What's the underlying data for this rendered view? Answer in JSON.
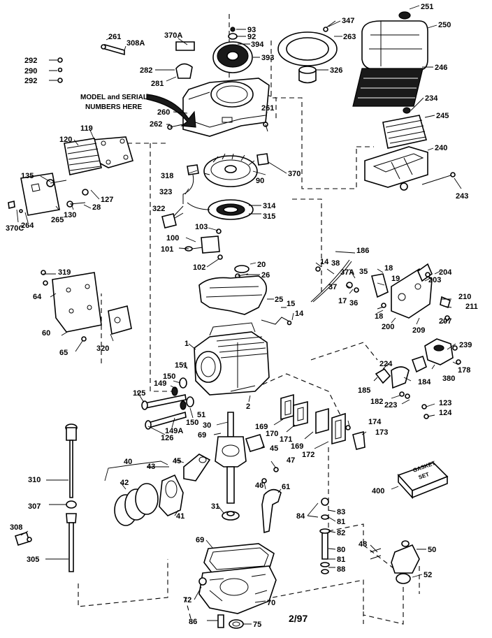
{
  "callouts": {
    "c251": "251",
    "c347": "347",
    "c93": "93",
    "c92": "92",
    "c394": "394",
    "c393": "393",
    "c263": "263",
    "c250": "250",
    "c326": "326",
    "c246": "246",
    "c234": "234",
    "c245": "245",
    "c240": "240",
    "c243": "243",
    "c261a": "261",
    "c308A": "308A",
    "c370A": "370A",
    "c292a": "292",
    "c290": "290",
    "c292b": "292",
    "c282": "282",
    "c281": "281",
    "c260": "260",
    "c262": "262",
    "c261b": "261",
    "c119": "119",
    "c120": "120",
    "c135": "135",
    "c127": "127",
    "c28": "28",
    "c130": "130",
    "c265": "265",
    "c264": "264",
    "c370C": "370C",
    "c318": "318",
    "c90": "90",
    "c370": "370",
    "c323": "323",
    "c314": "314",
    "c322": "322",
    "c315": "315",
    "c103": "103",
    "c100": "100",
    "c101": "101",
    "c102": "102",
    "c20": "20",
    "c26": "26",
    "c25": "25",
    "c15": "15",
    "c14a": "14",
    "c186": "186",
    "c14b": "14",
    "c38": "38",
    "c37A": "37A",
    "c35": "35",
    "c18a": "18",
    "c204": "204",
    "c203": "203",
    "c19": "19",
    "c37": "37",
    "c17": "17",
    "c36": "36",
    "c18b": "18",
    "c210": "210",
    "c211": "211",
    "c200": "200",
    "c209": "209",
    "c207": "207",
    "c239": "239",
    "c319": "319",
    "c64": "64",
    "c60": "60",
    "c320": "320",
    "c65": "65",
    "c1": "1",
    "c224": "224",
    "c178": "178",
    "c380": "380",
    "c185": "185",
    "c184": "184",
    "c182": "182",
    "c223": "223",
    "c123": "123",
    "c124": "124",
    "c151": "151",
    "c150a": "150",
    "c149": "149",
    "c125": "125",
    "c2": "2",
    "c150b": "150",
    "c51": "51",
    "c149A": "149A",
    "c126": "126",
    "c30": "30",
    "c69a": "69",
    "c169a": "169",
    "c170": "170",
    "c171": "171",
    "c174": "174",
    "c169b": "169",
    "c173": "173",
    "c172": "172",
    "c310": "310",
    "c40": "40",
    "c43": "43",
    "c45a": "45",
    "c45b": "45",
    "c47": "47",
    "c42": "42",
    "c46": "46",
    "c41": "41",
    "c400": "400",
    "c61": "61",
    "c31": "31",
    "c84": "84",
    "c83": "83",
    "c81a": "81",
    "c82": "82",
    "c307": "307",
    "c308": "308",
    "c69b": "69",
    "c80": "80",
    "c48": "48",
    "c50": "50",
    "c81b": "81",
    "c88": "88",
    "c305": "305",
    "c52": "52",
    "c72": "72",
    "c70": "70",
    "c86": "86",
    "c75": "75"
  },
  "annotations": {
    "model_serial_line1": "MODEL and SERIAL",
    "model_serial_line2": "NUMBERS HERE",
    "gasket_set_line1": "GASKET",
    "gasket_set_line2": "SET",
    "date_code": "2/97"
  }
}
